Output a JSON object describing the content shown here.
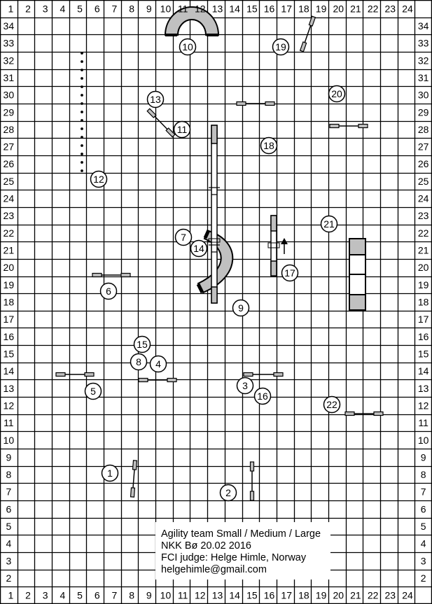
{
  "grid": {
    "columns": [
      "1",
      "2",
      "3",
      "4",
      "5",
      "6",
      "7",
      "8",
      "9",
      "10",
      "11",
      "12",
      "13",
      "14",
      "15",
      "16",
      "17",
      "18",
      "19",
      "20",
      "21",
      "22",
      "23",
      "24"
    ],
    "rows": [
      "34",
      "33",
      "32",
      "31",
      "30",
      "29",
      "28",
      "27",
      "26",
      "25",
      "24",
      "23",
      "22",
      "21",
      "20",
      "19",
      "18",
      "17",
      "16",
      "15",
      "14",
      "13",
      "12",
      "11",
      "10",
      "9",
      "8",
      "7",
      "6",
      "5",
      "4",
      "3",
      "2"
    ]
  },
  "obstacle_numbers": [
    "1",
    "2",
    "3",
    "4",
    "5",
    "6",
    "7",
    "8",
    "9",
    "10",
    "11",
    "12",
    "13",
    "14",
    "15",
    "16",
    "17",
    "18",
    "19",
    "20",
    "21",
    "22"
  ],
  "info_box": {
    "line1": "Agility team Small / Medium / Large",
    "line2": "NKK Bø 20.02  2016",
    "line3": "FCI judge: Helge Himle, Norway",
    "line4": "helgehimle@gmail.com"
  },
  "colors": {
    "equipment_fill": "#c0c0c0",
    "grid": "#000000"
  }
}
